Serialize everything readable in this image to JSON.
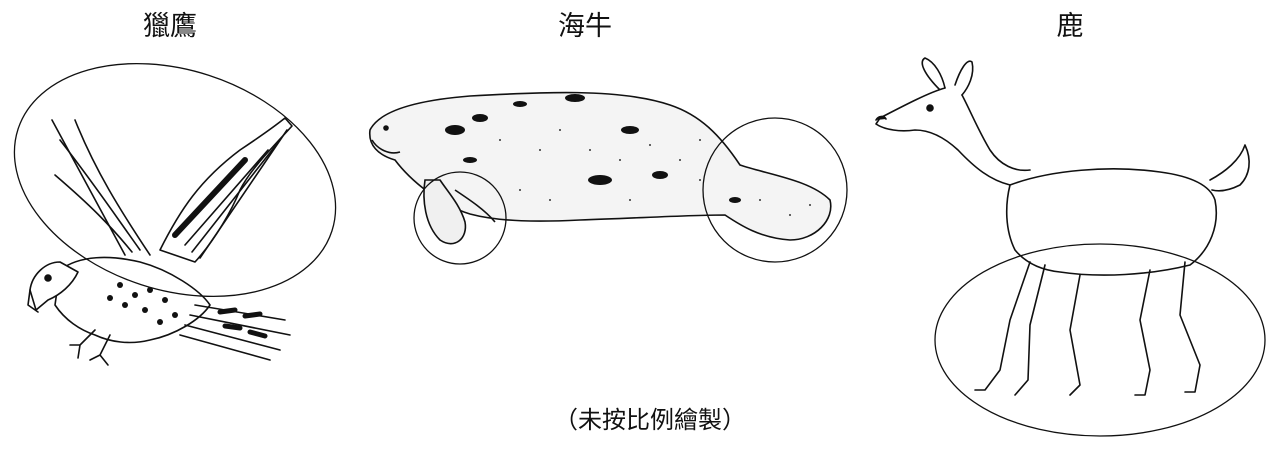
{
  "labels": {
    "falcon": "獵鷹",
    "manatee": "海牛",
    "deer": "鹿"
  },
  "note": "（未按比例繪製）",
  "colors": {
    "ink": "#111111",
    "background": "#ffffff"
  }
}
